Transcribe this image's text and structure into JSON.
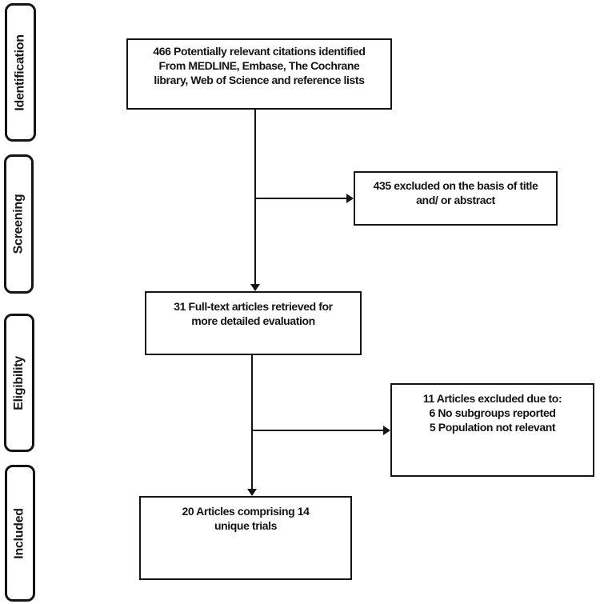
{
  "stages": [
    {
      "label": "Identification"
    },
    {
      "label": "Screening"
    },
    {
      "label": "Eligibility"
    },
    {
      "label": "Included"
    }
  ],
  "boxes": {
    "identified": {
      "lines": [
        "466 Potentially relevant citations identified",
        "From MEDLINE, Embase, The Cochrane",
        "library, Web of Science and reference lists"
      ]
    },
    "excluded_screening": {
      "lines": [
        "435 excluded on the basis of title",
        "and/ or abstract"
      ]
    },
    "fulltext": {
      "lines": [
        "31 Full-text articles retrieved for",
        "more detailed evaluation"
      ]
    },
    "excluded_eligibility": {
      "lines": [
        "11 Articles excluded due to:",
        "6 No subgroups reported",
        "5 Population not relevant"
      ]
    },
    "included": {
      "lines": [
        "20 Articles comprising 14",
        "unique trials"
      ]
    }
  },
  "colors": {
    "ink": "#141414",
    "paper": "#ffffff"
  }
}
